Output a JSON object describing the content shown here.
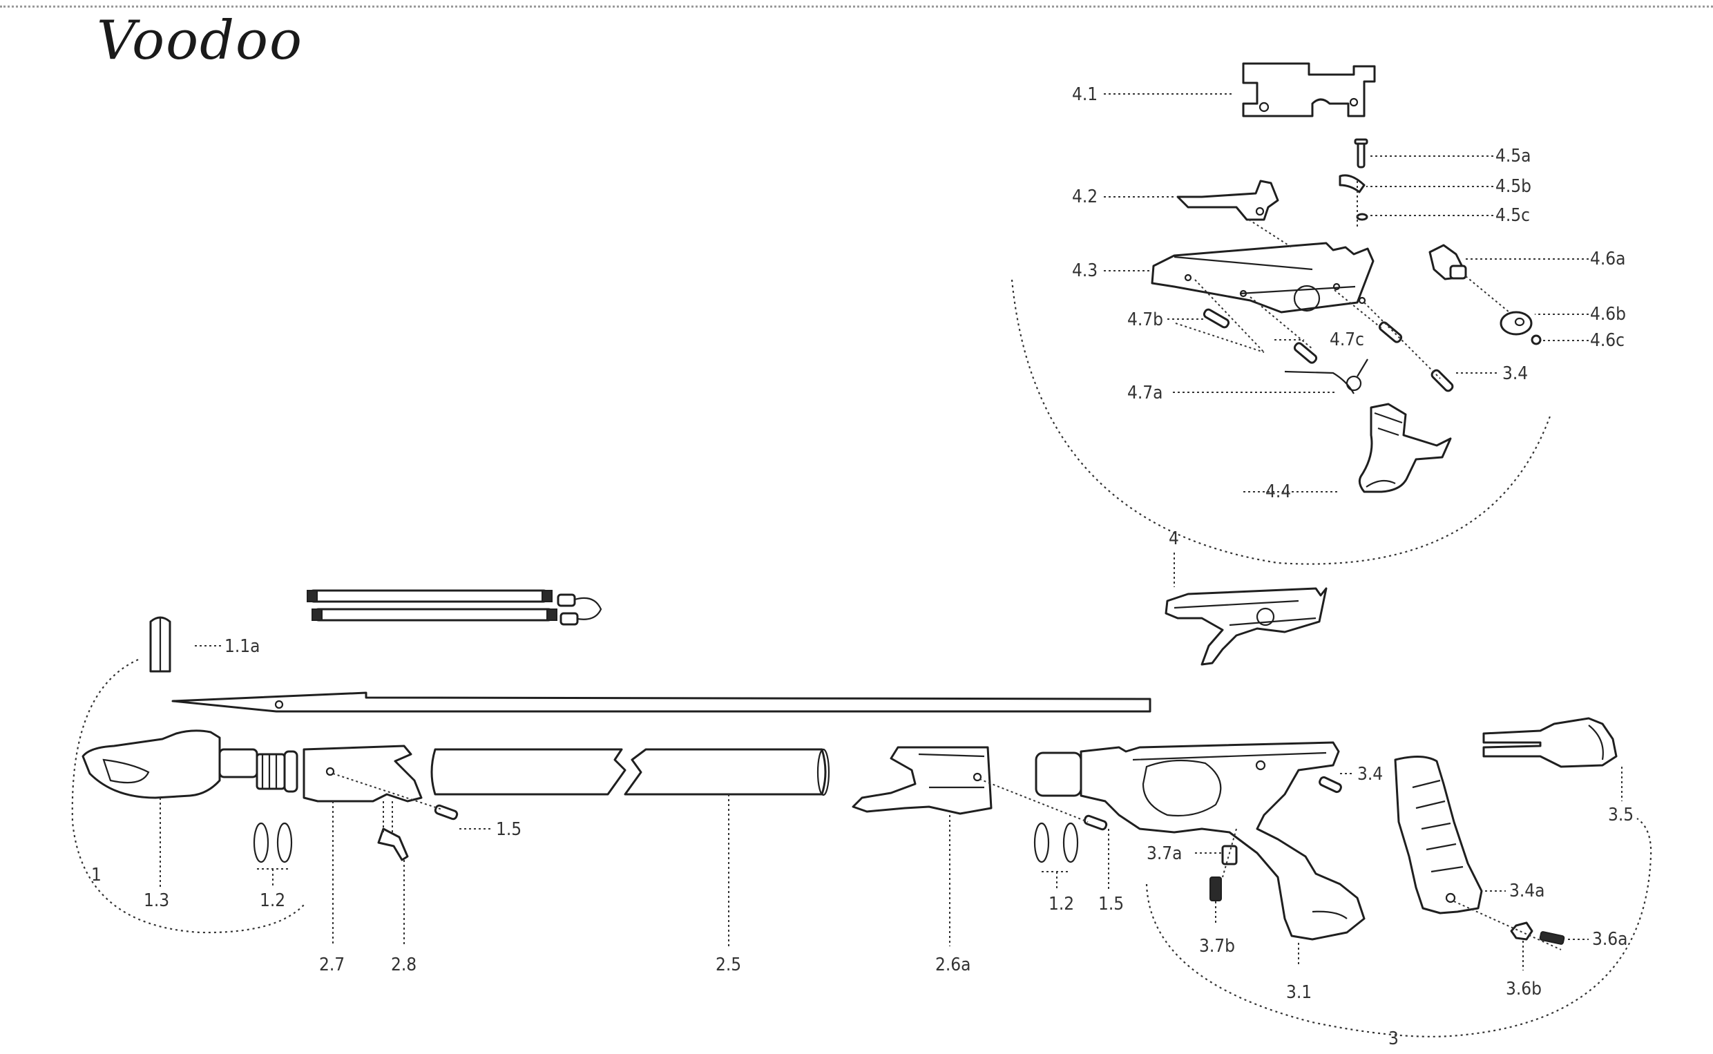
{
  "brand": "Voodoo",
  "labels": {
    "p4_1": "4.1",
    "p4_2": "4.2",
    "p4_3": "4.3",
    "p4_5a": "4.5a",
    "p4_5b": "4.5b",
    "p4_5c": "4.5c",
    "p4_6a": "4.6a",
    "p4_6b": "4.6b",
    "p4_6c": "4.6c",
    "p4_7a": "4.7a",
    "p4_7b": "4.7b",
    "p4_7c": "4.7c",
    "p3_4_top": "3.4",
    "p4_4": "4.4",
    "p4": "4",
    "p1_1a": "1.1a",
    "p1": "1",
    "p1_3": "1.3",
    "p1_2_left": "1.2",
    "p1_5_left": "1.5",
    "p2_7": "2.7",
    "p2_8": "2.8",
    "p2_5": "2.5",
    "p2_6a": "2.6a",
    "p1_2_right": "1.2",
    "p1_5_right": "1.5",
    "p3_4_right": "3.4",
    "p3_7a": "3.7a",
    "p3_7b": "3.7b",
    "p3_1": "3.1",
    "p3_4a": "3.4a",
    "p3_6a": "3.6a",
    "p3_6b": "3.6b",
    "p3_5": "3.5",
    "p3": "3"
  }
}
